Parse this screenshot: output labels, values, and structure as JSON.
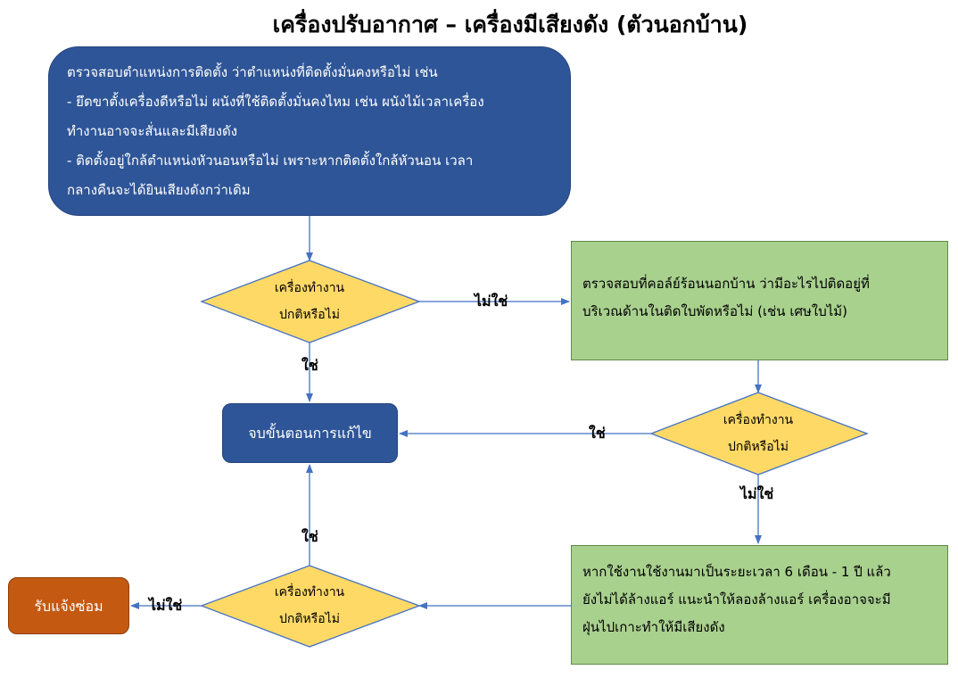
{
  "title": "เครื่องปรับอากาศ – เครื่องมีเสียงดัง (ตัวนอกบ้าน)",
  "start_box": {
    "lines": [
      "ตรวจสอบตำแหน่งการติดตั้ง ว่าตำแหน่งที่ติดตั้งมั่นคงหรือไม่ เช่น",
      " - ยึดขาตั้งเครื่องดีหรือไม่ ผนังที่ใช้ติดตั้งมั่นคงไหม เช่น ผนังไม้เวลาเครื่อง",
      "ทำงานอาจจะสั่นและมีเสียงดัง",
      " - ติดตั้งอยู่ใกล้ตำแหน่งหัวนอนหรือไม่ เพราะหากติดตั้งใกล้หัวนอน เวลา",
      "กลางคืนจะได้ยินเสียงดังกว่าเดิม"
    ]
  },
  "decision_1": {
    "lines": [
      "เครื่องทำงาน",
      "ปกติหรือไม่"
    ]
  },
  "decision_2": {
    "lines": [
      "เครื่องทำงาน",
      "ปกติหรือไม่"
    ]
  },
  "decision_3": {
    "lines": [
      "เครื่องทำงาน",
      "ปกติหรือไม่"
    ]
  },
  "check_box_1": {
    "lines": [
      "ตรวจสอบที่คอล์ย์ร้อนนอกบ้าน ว่ามีอะไรไปติดอยู่ที่",
      "บริเวณด้านในติดใบพัดหรือไม่ (เช่น เศษใบไม้)"
    ]
  },
  "check_box_2": {
    "lines": [
      "หากใช้งานใช้งานมาเป็นระยะเวลา 6 เดือน - 1 ปี แล้ว",
      "ยังไม่ได้ล้างแอร์ แนะนำให้ลองล้างแอร์ เครื่องอาจจะมี",
      "ฝุ่นไปเกาะทำให้มีเสียงดัง"
    ]
  },
  "end_box": {
    "label": "จบขั้นตอนการแก้ไข"
  },
  "repair_box": {
    "label": "รับแจ้งซ่อม"
  },
  "edge_labels": {
    "d1_no": "ไม่ใช่",
    "d1_yes": "ใช่",
    "d2_yes": "ใช่",
    "d2_no": "ไม่ใช่",
    "d3_yes": "ใช่",
    "d3_no": "ไม่ใช่"
  },
  "colors": {
    "blue_box": "#2e5597",
    "green_box": "#a9d18e",
    "decision": "#ffd966",
    "repair_box": "#c45911",
    "arrow": "#4472c4"
  }
}
